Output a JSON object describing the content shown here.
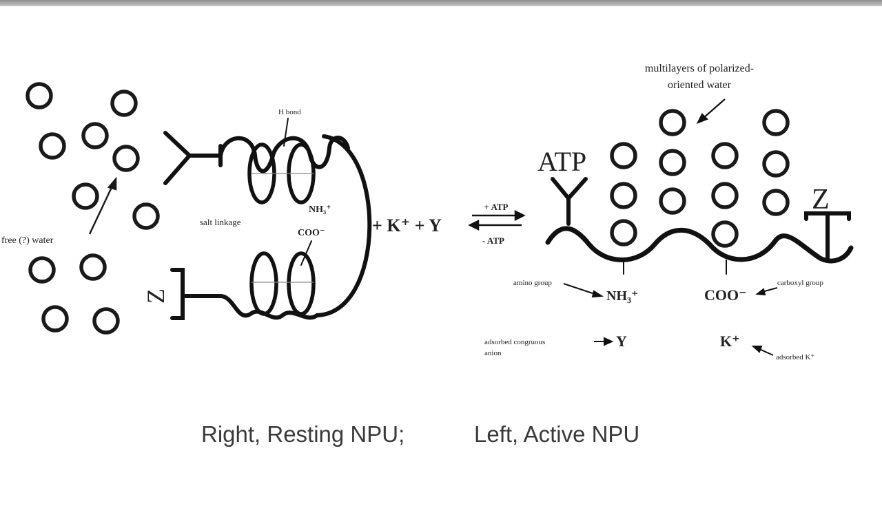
{
  "labels": {
    "free_water": "free (?) water",
    "h_bond": "H bond",
    "salt_linkage": "salt linkage",
    "nh3_plus": "NH₃⁺",
    "coo_minus": "COO⁻",
    "z_left": "Z",
    "plus_k": "+ K⁺ + Y",
    "plus_atp": "+ ATP",
    "minus_atp": "- ATP",
    "atp": "ATP",
    "z_right": "Z",
    "multilayers_line1": "multilayers of polarized-",
    "multilayers_line2": "oriented water",
    "amino_group": "amino group",
    "nh3_plus_right": "NH₃⁺",
    "coo_right": "COO⁻",
    "carboxyl_group": "carboxyl group",
    "adsorbed_anion_line1": "adsorbed congruous",
    "adsorbed_anion_line2": "anion",
    "y_right": "Y",
    "k_right": "K⁺",
    "adsorbed_k": "adsorbed K⁺"
  },
  "caption": {
    "right": "Right, Resting NPU;",
    "left": "Left, Active NPU"
  }
}
